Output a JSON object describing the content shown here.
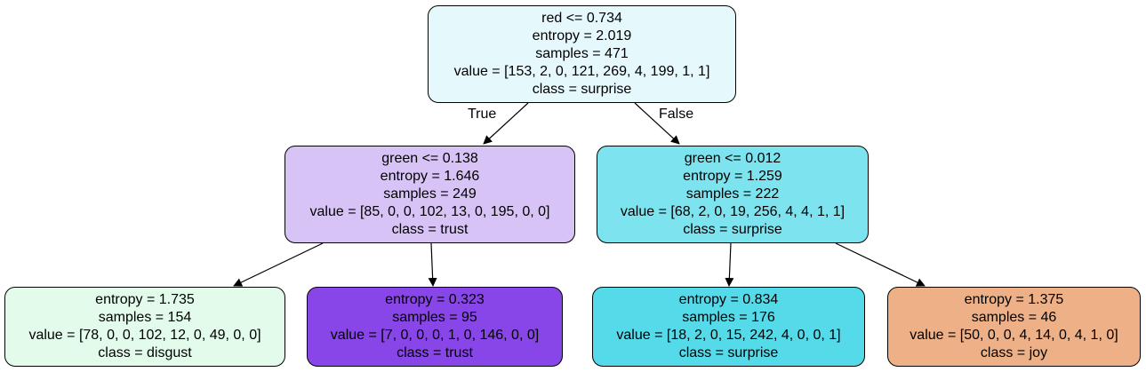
{
  "tree": {
    "nodes": [
      {
        "id": "root",
        "condition": "red <= 0.734",
        "entropy": "entropy = 2.019",
        "samples": "samples = 471",
        "value": "value = [153, 2, 0, 121, 269, 4, 199, 1, 1]",
        "class": "class = surprise",
        "fill": "#e5f8fb"
      },
      {
        "id": "left",
        "condition": "green <= 0.138",
        "entropy": "entropy = 1.646",
        "samples": "samples = 249",
        "value": "value = [85, 0, 0, 102, 13, 0, 195, 0, 0]",
        "class": "class = trust",
        "fill": "#d8c3f7"
      },
      {
        "id": "right",
        "condition": "green <= 0.012",
        "entropy": "entropy = 1.259",
        "samples": "samples = 222",
        "value": "value = [68, 2, 0, 19, 256, 4, 4, 1, 1]",
        "class": "class = surprise",
        "fill": "#7de3ef"
      },
      {
        "id": "leaf-ll",
        "entropy": "entropy = 1.735",
        "samples": "samples = 154",
        "value": "value = [78, 0, 0, 102, 12, 0, 49, 0, 0]",
        "class": "class = disgust",
        "fill": "#e2fbeb"
      },
      {
        "id": "leaf-lr",
        "entropy": "entropy = 0.323",
        "samples": "samples = 95",
        "value": "value = [7, 0, 0, 0, 1, 0, 146, 0, 0]",
        "class": "class = trust",
        "fill": "#8845e7"
      },
      {
        "id": "leaf-rl",
        "entropy": "entropy = 0.834",
        "samples": "samples = 176",
        "value": "value = [18, 2, 0, 15, 242, 4, 0, 0, 1]",
        "class": "class = surprise",
        "fill": "#54dae9"
      },
      {
        "id": "leaf-rr",
        "entropy": "entropy = 1.375",
        "samples": "samples = 46",
        "value": "value = [50, 0, 0, 4, 14, 0, 4, 1, 0]",
        "class": "class = joy",
        "fill": "#eeb086"
      }
    ],
    "edges": {
      "true_label": "True",
      "false_label": "False"
    }
  }
}
